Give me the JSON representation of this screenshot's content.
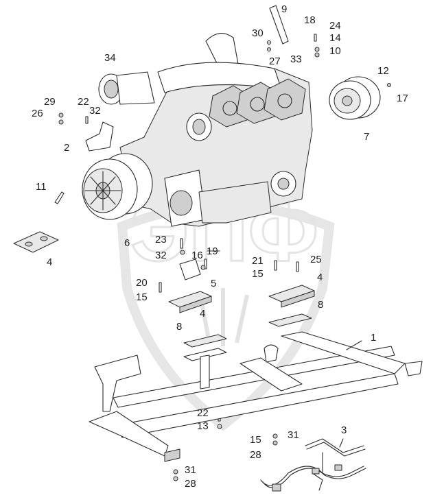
{
  "watermark": {
    "text": "ЭПФ"
  },
  "labels": [
    {
      "id": "l9",
      "text": "9"
    },
    {
      "id": "l18",
      "text": "18"
    },
    {
      "id": "l24",
      "text": "24"
    },
    {
      "id": "l30",
      "text": "30"
    },
    {
      "id": "l14",
      "text": "14"
    },
    {
      "id": "l10",
      "text": "10"
    },
    {
      "id": "l33",
      "text": "33"
    },
    {
      "id": "l34",
      "text": "34"
    },
    {
      "id": "l27",
      "text": "27"
    },
    {
      "id": "l12",
      "text": "12"
    },
    {
      "id": "l17",
      "text": "17"
    },
    {
      "id": "l29",
      "text": "29"
    },
    {
      "id": "l22a",
      "text": "22"
    },
    {
      "id": "l26",
      "text": "26"
    },
    {
      "id": "l32a",
      "text": "32"
    },
    {
      "id": "l7",
      "text": "7"
    },
    {
      "id": "l2",
      "text": "2"
    },
    {
      "id": "l11",
      "text": "11"
    },
    {
      "id": "l6",
      "text": "6"
    },
    {
      "id": "l23",
      "text": "23"
    },
    {
      "id": "l32b",
      "text": "32"
    },
    {
      "id": "l19",
      "text": "19"
    },
    {
      "id": "l16",
      "text": "16"
    },
    {
      "id": "l21",
      "text": "21"
    },
    {
      "id": "l25",
      "text": "25"
    },
    {
      "id": "l15a",
      "text": "15"
    },
    {
      "id": "l4a",
      "text": "4"
    },
    {
      "id": "l4b",
      "text": "4"
    },
    {
      "id": "l20",
      "text": "20"
    },
    {
      "id": "l5",
      "text": "5"
    },
    {
      "id": "l15b",
      "text": "15"
    },
    {
      "id": "l8a",
      "text": "8"
    },
    {
      "id": "l4c",
      "text": "4"
    },
    {
      "id": "l8b",
      "text": "8"
    },
    {
      "id": "l1",
      "text": "1"
    },
    {
      "id": "l22b",
      "text": "22"
    },
    {
      "id": "l13",
      "text": "13"
    },
    {
      "id": "l3",
      "text": "3"
    },
    {
      "id": "l15c",
      "text": "15"
    },
    {
      "id": "l31a",
      "text": "31"
    },
    {
      "id": "l28a",
      "text": "28"
    },
    {
      "id": "l31b",
      "text": "31"
    },
    {
      "id": "l28b",
      "text": "28"
    }
  ]
}
